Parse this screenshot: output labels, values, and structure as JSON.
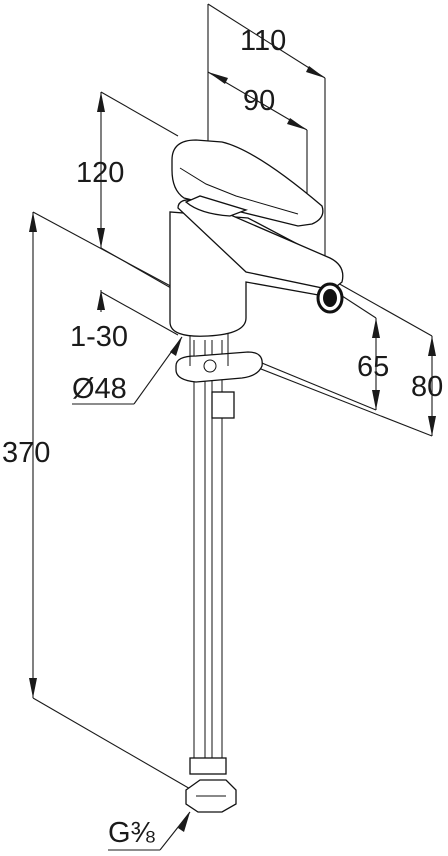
{
  "dimensions": {
    "d110": "110",
    "d90": "90",
    "d120": "120",
    "d1_30": "1-30",
    "d48": "Ø48",
    "d370": "370",
    "d65": "65",
    "d80": "80",
    "thread": "G⅜"
  }
}
